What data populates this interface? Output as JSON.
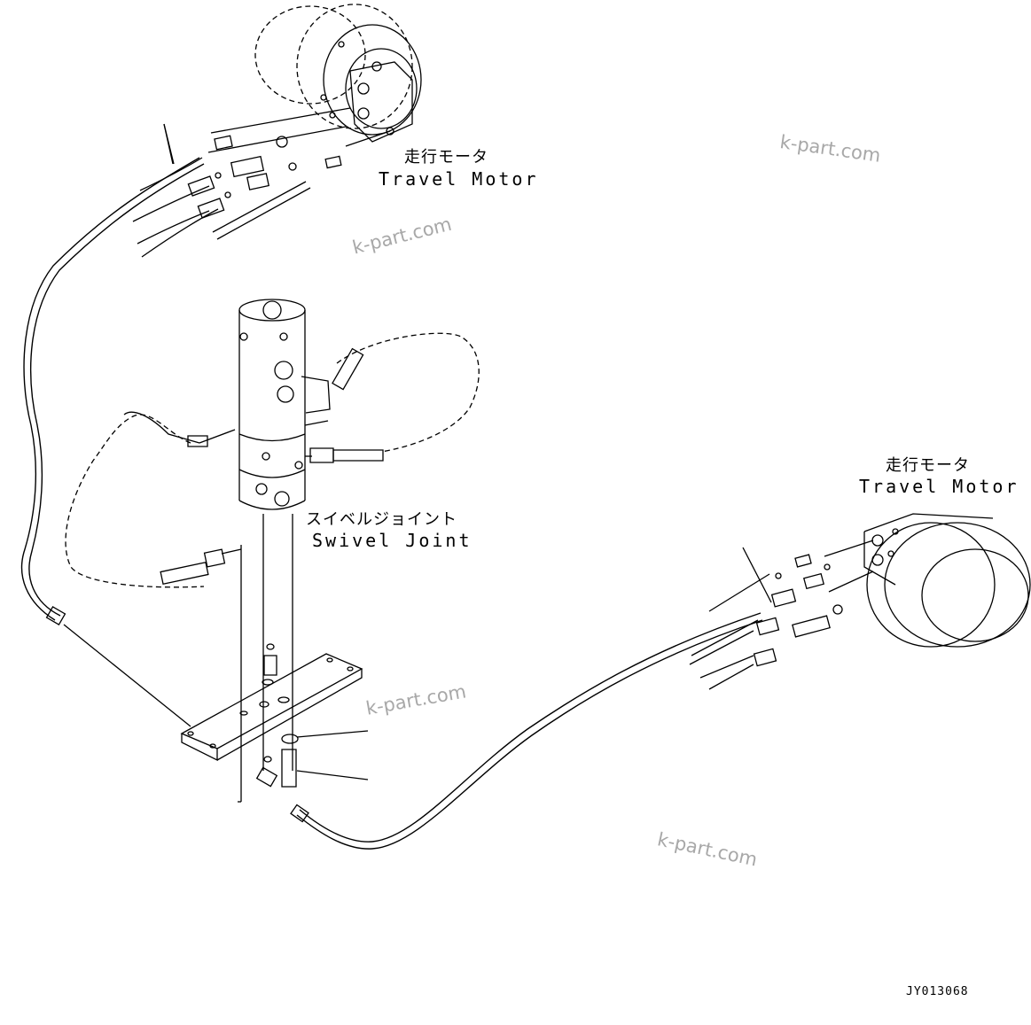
{
  "labels": {
    "travel_motor_top_jp": "走行モータ",
    "travel_motor_top_en": "Travel Motor",
    "travel_motor_right_jp": "走行モータ",
    "travel_motor_right_en": "Travel Motor",
    "swivel_joint_jp": "スイベルジョイント",
    "swivel_joint_en": "Swivel Joint"
  },
  "watermarks": [
    "k-part.com",
    "k-part.com",
    "k-part.com",
    "k-part.com"
  ],
  "drawing_code": "JY013068",
  "colors": {
    "line": "#000000",
    "watermark": "#a8a8a8",
    "background": "#ffffff"
  }
}
